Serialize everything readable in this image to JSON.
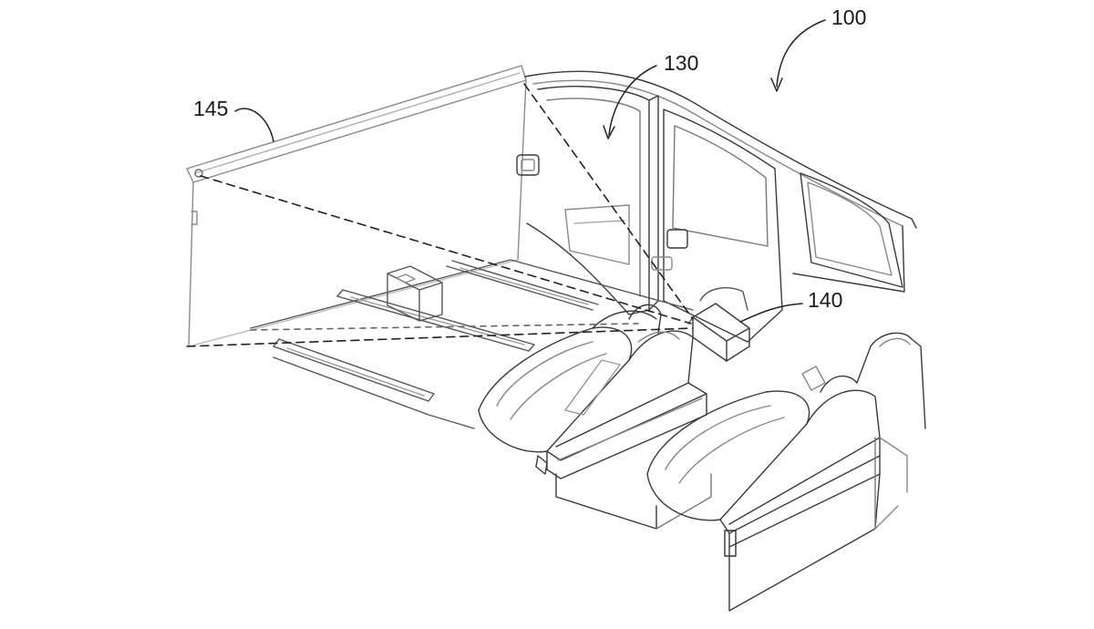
{
  "figure": {
    "reference_numerals": {
      "vehicle": "100",
      "side_door": "130",
      "projector": "140",
      "screen": "145"
    }
  }
}
